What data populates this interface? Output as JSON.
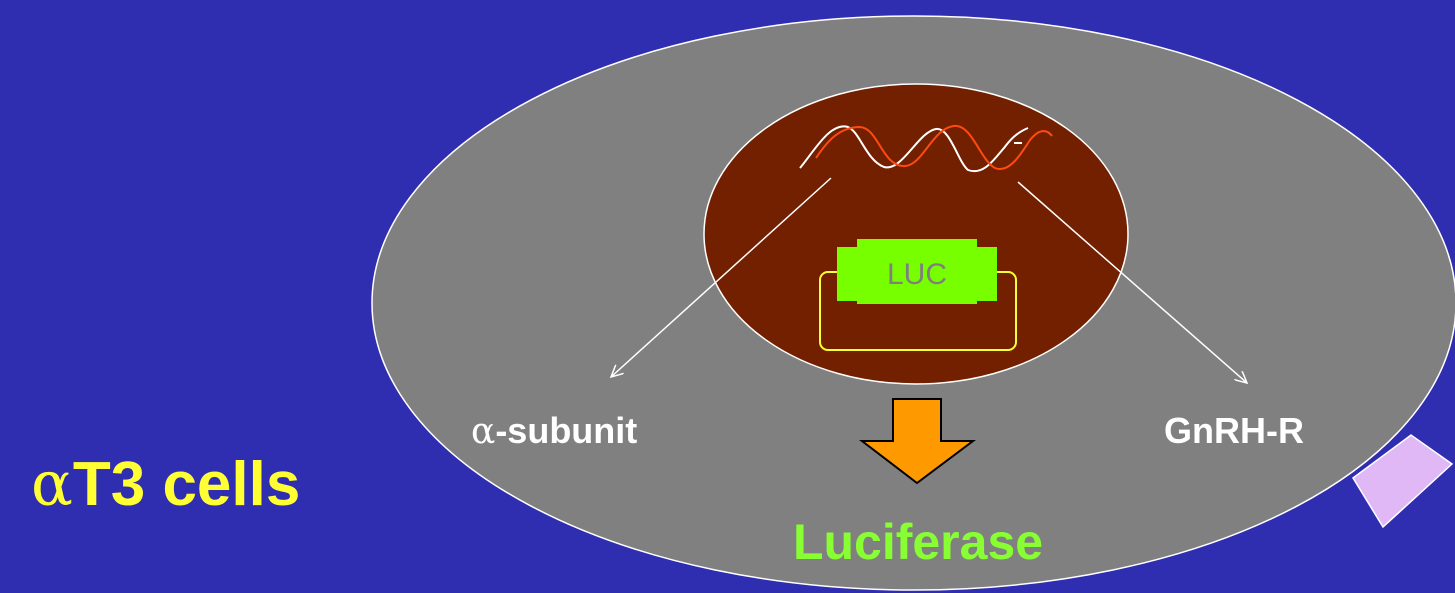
{
  "diagram": {
    "title": "T3 cells",
    "title_prefix": "α",
    "plasmid_gene_label": "LUC",
    "alpha_label_prefix": "α",
    "alpha_label": "-subunit",
    "gnrh_label": "GnRH-R",
    "product_label": "Luciferase"
  },
  "colors": {
    "background": "#2f2db0",
    "cell": "#808080",
    "nucleus": "#722000",
    "title": "#ffff33",
    "product": "#88ff33",
    "luc_box": "#77ff00",
    "plasmid_ring": "#ffff33",
    "arrow_down": "#ff9900",
    "receptor": "#e0b8f5",
    "dna_white": "#ffffff",
    "dna_orange": "#ff4a12"
  }
}
